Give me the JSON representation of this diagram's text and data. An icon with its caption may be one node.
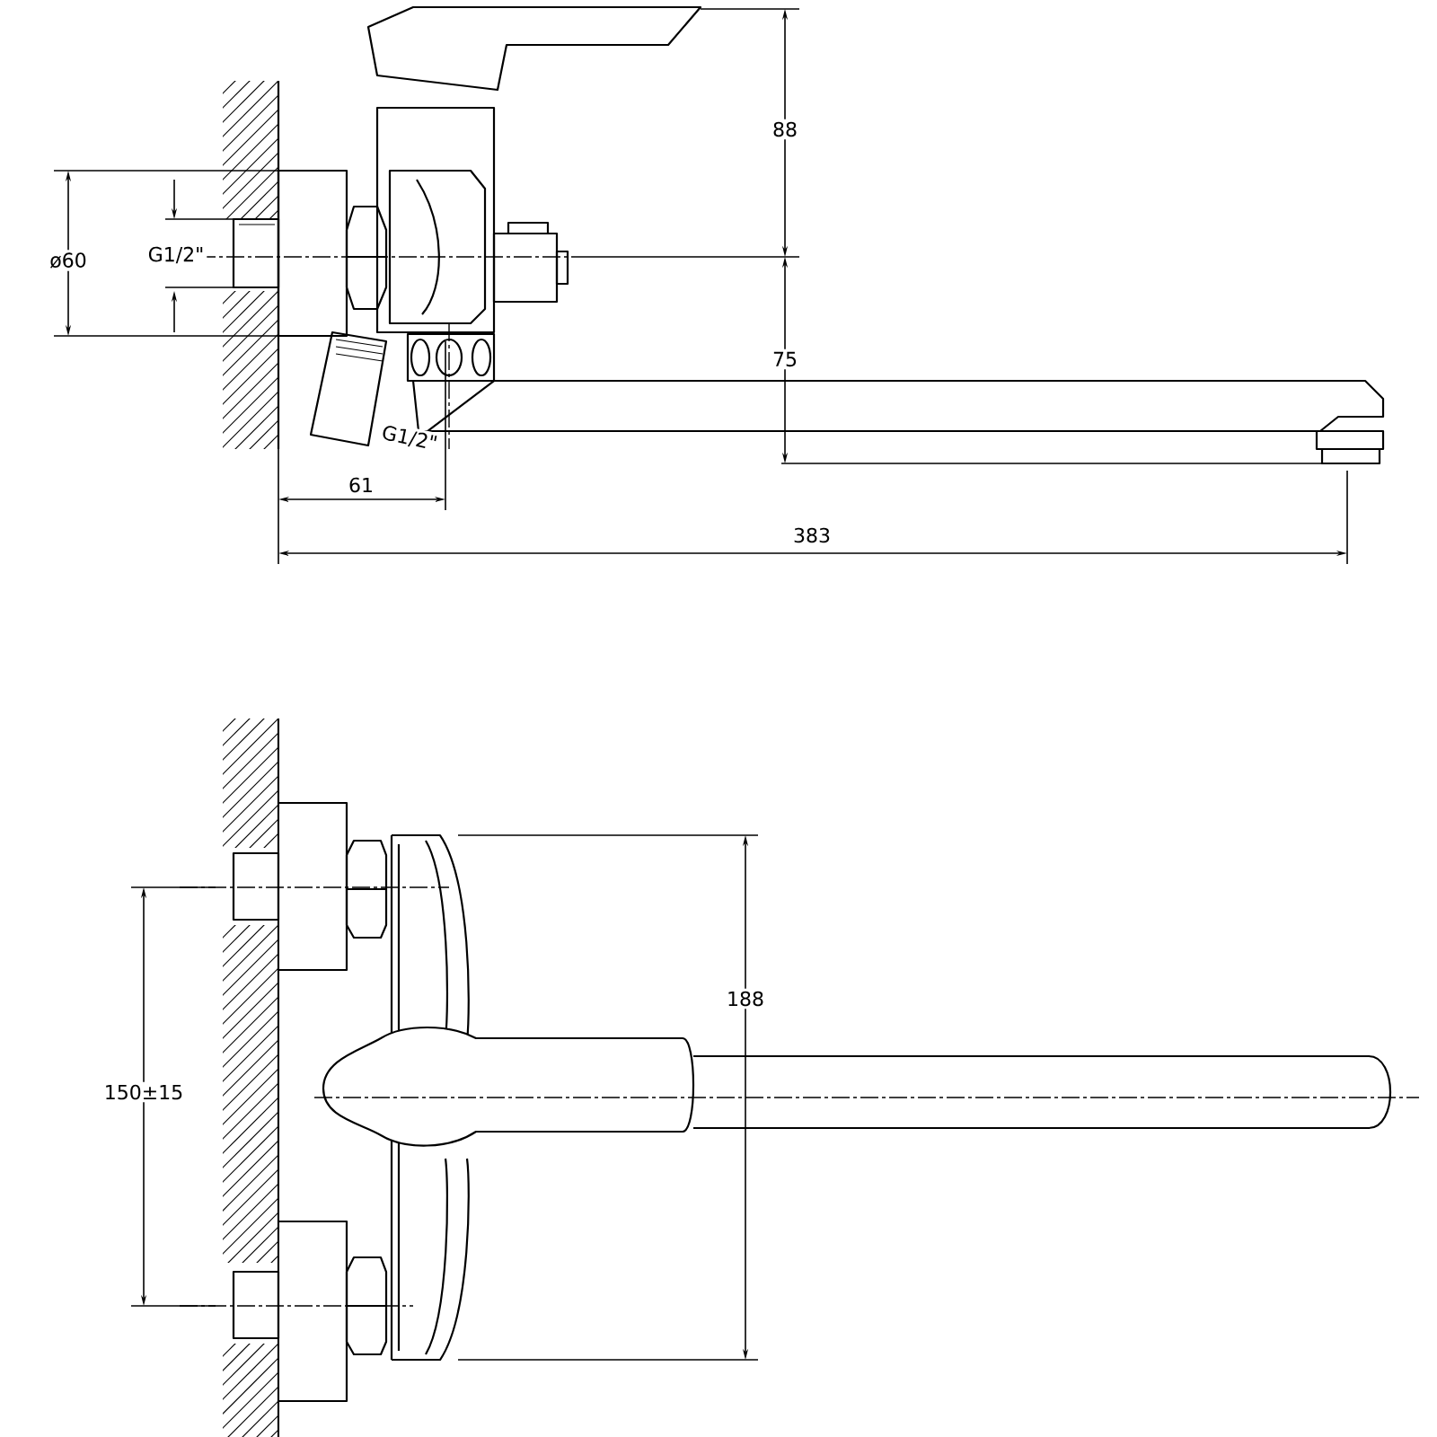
{
  "diagram": {
    "labels": [
      "88",
      "ø60",
      "G1/2\"",
      "75",
      "G1/2\"",
      "61",
      "383",
      "188",
      "150±15"
    ]
  }
}
